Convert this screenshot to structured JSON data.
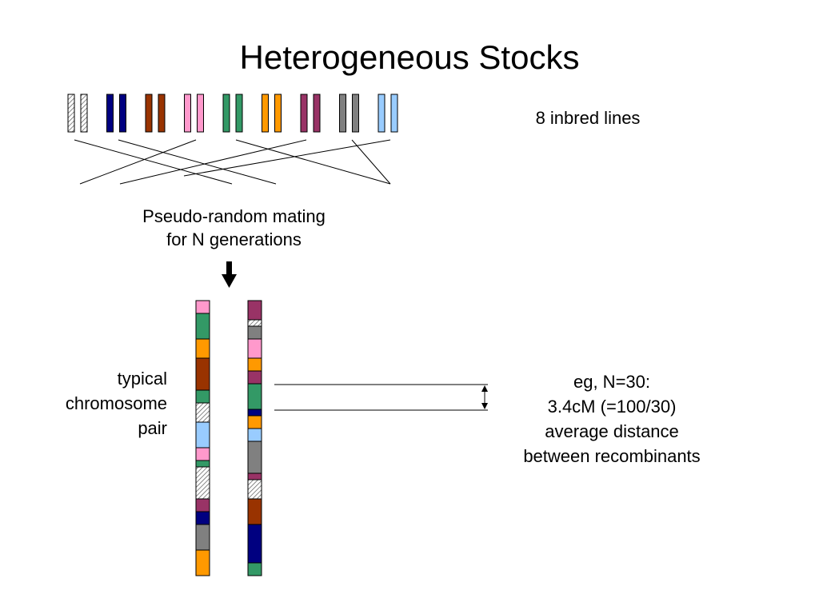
{
  "title": "Heterogeneous Stocks",
  "inbred_label": "8 inbred lines",
  "mating_label": [
    "Pseudo-random mating",
    "for N generations"
  ],
  "pair_label": [
    "typical",
    "chromosome",
    "pair"
  ],
  "example_label": [
    "eg, N=30:",
    "3.4cM (=100/30)",
    "average distance",
    "between recombinants"
  ],
  "colors": {
    "hatched": "hatched",
    "navy": "#000080",
    "brown": "#993300",
    "pink": "#ff99cc",
    "green": "#339966",
    "orange": "#ff9900",
    "plum": "#993366",
    "gray": "#808080",
    "lightblue": "#99ccff"
  },
  "inbred_lines": [
    "hatched",
    "navy",
    "brown",
    "pink",
    "green",
    "orange",
    "plum",
    "gray",
    "lightblue"
  ],
  "chromosome_left": [
    {
      "color": "pink",
      "length": 16
    },
    {
      "color": "green",
      "length": 32
    },
    {
      "color": "orange",
      "length": 24
    },
    {
      "color": "brown",
      "length": 40
    },
    {
      "color": "green",
      "length": 16
    },
    {
      "color": "hatched",
      "length": 24
    },
    {
      "color": "lightblue",
      "length": 32
    },
    {
      "color": "pink",
      "length": 16
    },
    {
      "color": "green",
      "length": 8
    },
    {
      "color": "hatched",
      "length": 40
    },
    {
      "color": "plum",
      "length": 16
    },
    {
      "color": "navy",
      "length": 16
    },
    {
      "color": "gray",
      "length": 32
    },
    {
      "color": "orange",
      "length": 32
    }
  ],
  "chromosome_right": [
    {
      "color": "plum",
      "length": 24
    },
    {
      "color": "hatched",
      "length": 8
    },
    {
      "color": "gray",
      "length": 16
    },
    {
      "color": "pink",
      "length": 24
    },
    {
      "color": "orange",
      "length": 16
    },
    {
      "color": "plum",
      "length": 16
    },
    {
      "color": "green",
      "length": 32
    },
    {
      "color": "navy",
      "length": 8
    },
    {
      "color": "orange",
      "length": 16
    },
    {
      "color": "lightblue",
      "length": 16
    },
    {
      "color": "gray",
      "length": 40
    },
    {
      "color": "plum",
      "length": 8
    },
    {
      "color": "hatched",
      "length": 24
    },
    {
      "color": "brown",
      "length": 32
    },
    {
      "color": "navy",
      "length": 48
    },
    {
      "color": "green",
      "length": 16
    }
  ]
}
